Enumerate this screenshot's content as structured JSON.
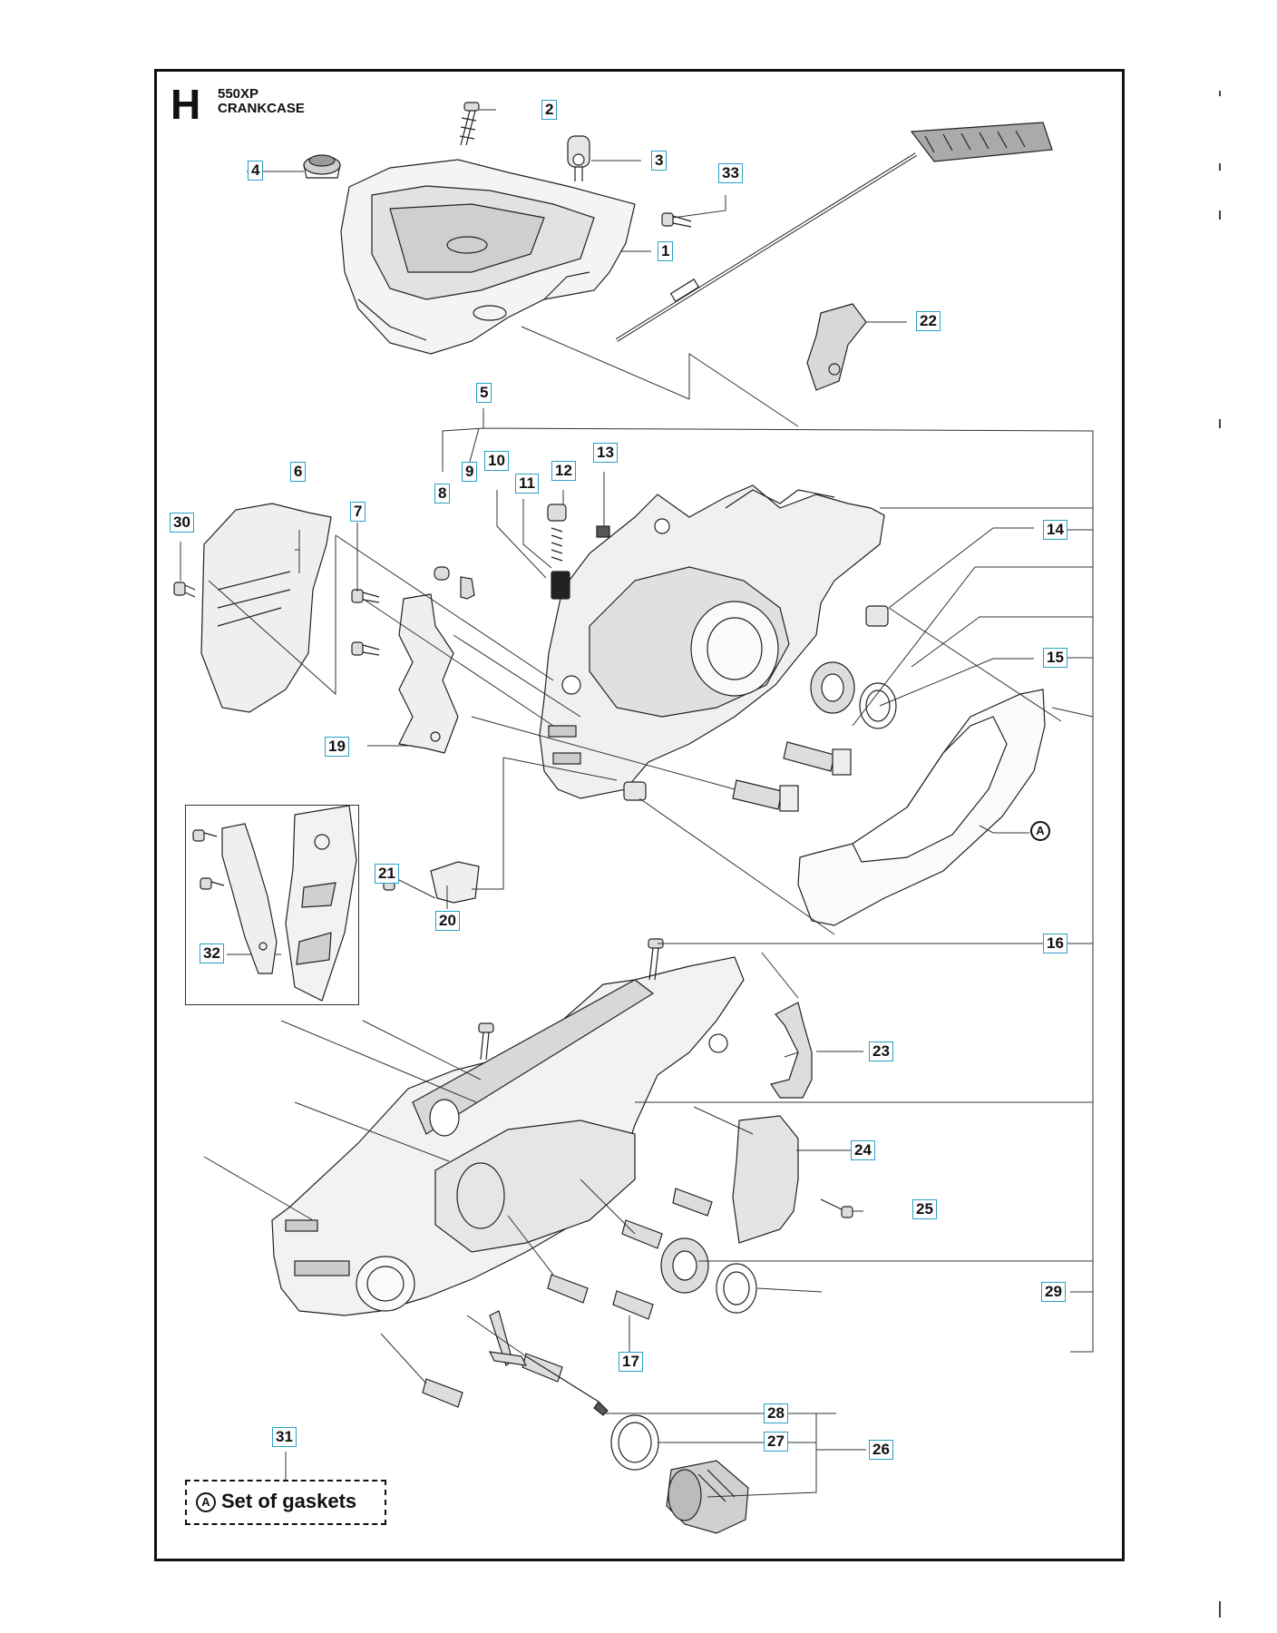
{
  "header": {
    "section_letter": "H",
    "model": "550XP",
    "title": "CRANKCASE"
  },
  "callouts": {
    "c1": "1",
    "c2": "2",
    "c3": "3",
    "c4": "4",
    "c5": "5",
    "c6": "6",
    "c7": "7",
    "c8": "8",
    "c9": "9",
    "c10": "10",
    "c11": "11",
    "c12": "12",
    "c13": "13",
    "c14": "14",
    "c15": "15",
    "c16": "16",
    "c17": "17",
    "c19": "19",
    "c20": "20",
    "c21": "21",
    "c22": "22",
    "c23": "23",
    "c24": "24",
    "c25": "25",
    "c26": "26",
    "c27": "27",
    "c28": "28",
    "c29": "29",
    "c30": "30",
    "c31": "31",
    "c32": "32",
    "c33": "33"
  },
  "gasket_marker": "A",
  "kit": {
    "marker": "A",
    "label": "Set of gaskets"
  }
}
